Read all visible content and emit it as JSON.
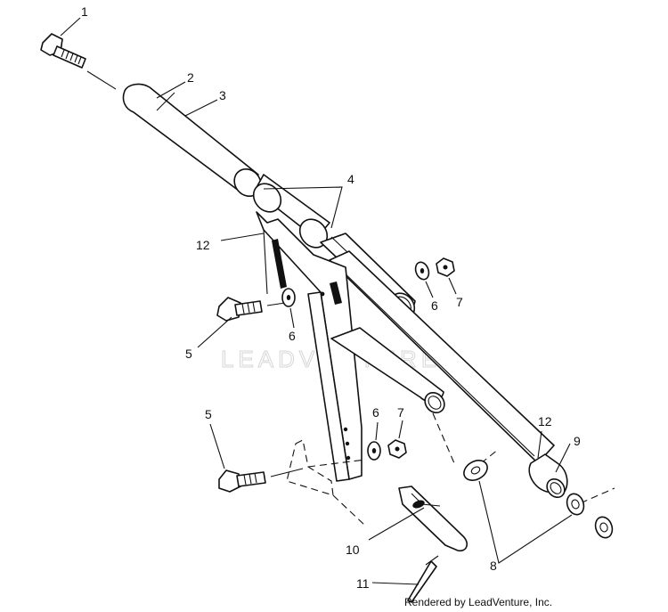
{
  "watermark": "LEADVENTURE",
  "credit": "Rendered by LeadVenture, Inc.",
  "callouts": {
    "c1": "1",
    "c2": "2",
    "c3": "3",
    "c4": "4",
    "c5a": "5",
    "c5b": "5",
    "c6a": "6",
    "c6b": "6",
    "c6c": "6",
    "c7a": "7",
    "c7b": "7",
    "c8": "8",
    "c9": "9",
    "c10": "10",
    "c11": "11",
    "c12a": "12",
    "c12b": "12"
  }
}
